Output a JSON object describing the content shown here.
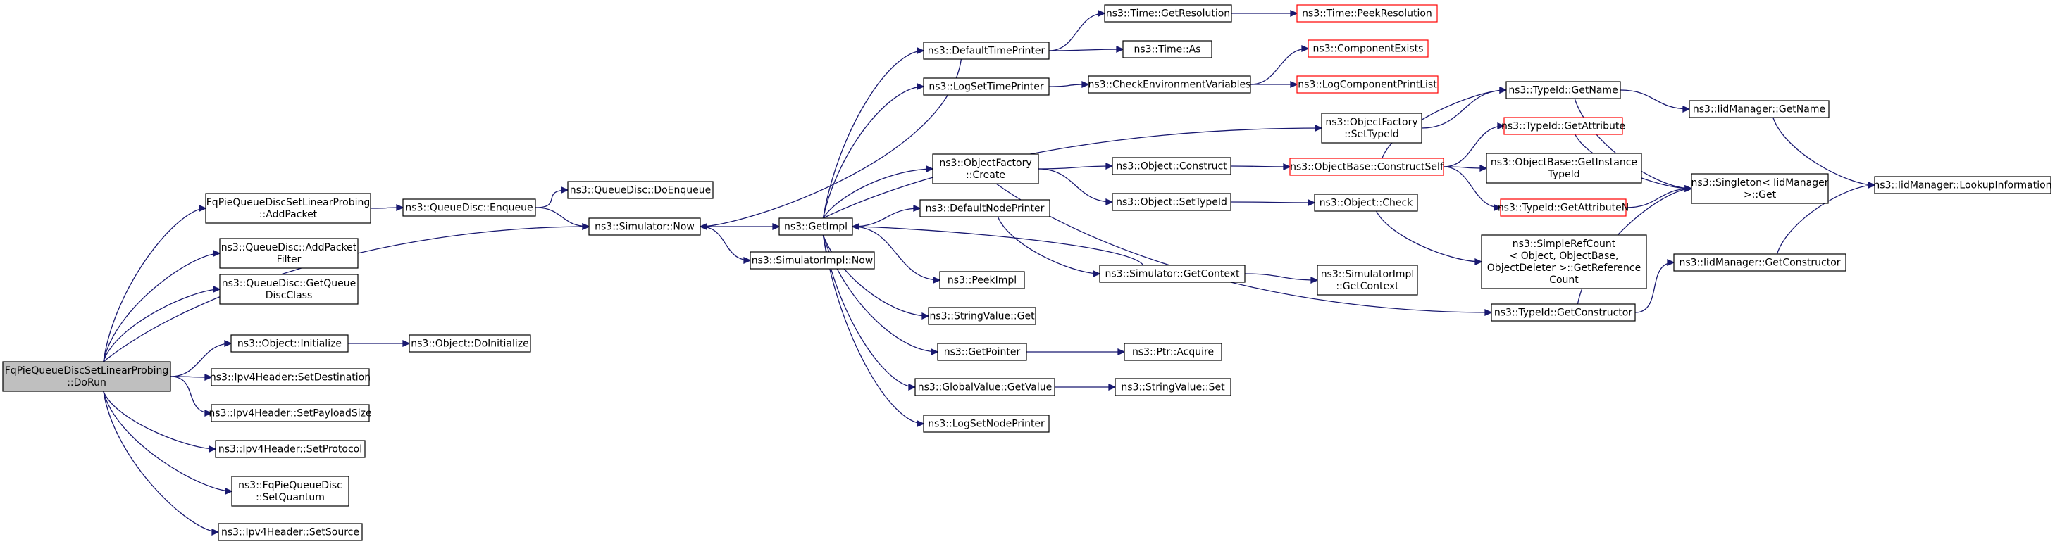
{
  "colors": {
    "edge": "#191970",
    "root_fill": "#bfbfbf",
    "red_border": "#ff0000",
    "border": "#000000"
  },
  "nodes": [
    {
      "id": "root",
      "lines": [
        "FqPieQueueDiscSetLinearProbing",
        "::DoRun"
      ],
      "style": "root"
    },
    {
      "id": "addPacket",
      "lines": [
        "FqPieQueueDiscSetLinearProbing",
        "::AddPacket"
      ]
    },
    {
      "id": "addPacketFilter",
      "lines": [
        "ns3::QueueDisc::AddPacket",
        "Filter"
      ]
    },
    {
      "id": "getQueueDiscClass",
      "lines": [
        "ns3::QueueDisc::GetQueue",
        "DiscClass"
      ]
    },
    {
      "id": "objInitialize",
      "lines": [
        "ns3::Object::Initialize"
      ]
    },
    {
      "id": "setDestination",
      "lines": [
        "ns3::Ipv4Header::SetDestination"
      ]
    },
    {
      "id": "setPayloadSize",
      "lines": [
        "ns3::Ipv4Header::SetPayloadSize"
      ]
    },
    {
      "id": "setProtocol",
      "lines": [
        "ns3::Ipv4Header::SetProtocol"
      ]
    },
    {
      "id": "setQuantum",
      "lines": [
        "ns3::FqPieQueueDisc",
        "::SetQuantum"
      ]
    },
    {
      "id": "setSource",
      "lines": [
        "ns3::Ipv4Header::SetSource"
      ]
    },
    {
      "id": "enqueue",
      "lines": [
        "ns3::QueueDisc::Enqueue"
      ]
    },
    {
      "id": "doEnqueue",
      "lines": [
        "ns3::QueueDisc::DoEnqueue"
      ]
    },
    {
      "id": "simNow",
      "lines": [
        "ns3::Simulator::Now"
      ]
    },
    {
      "id": "simImplNow",
      "lines": [
        "ns3::SimulatorImpl::Now"
      ]
    },
    {
      "id": "doInitialize",
      "lines": [
        "ns3::Object::DoInitialize"
      ]
    },
    {
      "id": "getImpl",
      "lines": [
        "ns3::GetImpl"
      ]
    },
    {
      "id": "defTimePrinter",
      "lines": [
        "ns3::DefaultTimePrinter"
      ]
    },
    {
      "id": "logSetTimePrinter",
      "lines": [
        "ns3::LogSetTimePrinter"
      ]
    },
    {
      "id": "ofCreate",
      "lines": [
        "ns3::ObjectFactory",
        "::Create"
      ]
    },
    {
      "id": "defNodePrinter",
      "lines": [
        "ns3::DefaultNodePrinter"
      ]
    },
    {
      "id": "peekImpl",
      "lines": [
        "ns3::PeekImpl"
      ]
    },
    {
      "id": "strValGet",
      "lines": [
        "ns3::StringValue::Get"
      ]
    },
    {
      "id": "getPointer",
      "lines": [
        "ns3::GetPointer"
      ]
    },
    {
      "id": "gvGetValue",
      "lines": [
        "ns3::GlobalValue::GetValue"
      ]
    },
    {
      "id": "logSetNodePrinter",
      "lines": [
        "ns3::LogSetNodePrinter"
      ]
    },
    {
      "id": "timeGetRes",
      "lines": [
        "ns3::Time::GetResolution"
      ]
    },
    {
      "id": "timeAs",
      "lines": [
        "ns3::Time::As"
      ]
    },
    {
      "id": "checkEnv",
      "lines": [
        "ns3::CheckEnvironmentVariables"
      ]
    },
    {
      "id": "objConstruct",
      "lines": [
        "ns3::Object::Construct"
      ]
    },
    {
      "id": "objSetTypeId",
      "lines": [
        "ns3::Object::SetTypeId"
      ]
    },
    {
      "id": "simGetContext",
      "lines": [
        "ns3::Simulator::GetContext"
      ]
    },
    {
      "id": "ptrAcquire",
      "lines": [
        "ns3::Ptr::Acquire"
      ]
    },
    {
      "id": "strValSet",
      "lines": [
        "ns3::StringValue::Set"
      ]
    },
    {
      "id": "timePeekRes",
      "lines": [
        "ns3::Time::PeekResolution"
      ],
      "style": "red"
    },
    {
      "id": "compExists",
      "lines": [
        "ns3::ComponentExists"
      ],
      "style": "red"
    },
    {
      "id": "logCompPrintList",
      "lines": [
        "ns3::LogComponentPrintList"
      ],
      "style": "red"
    },
    {
      "id": "ofSetTypeId",
      "lines": [
        "ns3::ObjectFactory",
        "::SetTypeId"
      ]
    },
    {
      "id": "obConstructSelf",
      "lines": [
        "ns3::ObjectBase::ConstructSelf"
      ],
      "style": "red"
    },
    {
      "id": "objCheck",
      "lines": [
        "ns3::Object::Check"
      ]
    },
    {
      "id": "simImplGetContext",
      "lines": [
        "ns3::SimulatorImpl",
        "::GetContext"
      ]
    },
    {
      "id": "tidGetName",
      "lines": [
        "ns3::TypeId::GetName"
      ]
    },
    {
      "id": "tidGetAttribute",
      "lines": [
        "ns3::TypeId::GetAttribute"
      ],
      "style": "red"
    },
    {
      "id": "obGetInstanceTypeId",
      "lines": [
        "ns3::ObjectBase::GetInstance",
        "TypeId"
      ]
    },
    {
      "id": "tidGetAttributeN",
      "lines": [
        "ns3::TypeId::GetAttributeN"
      ],
      "style": "red"
    },
    {
      "id": "simpleRefCount",
      "lines": [
        "ns3::SimpleRefCount",
        "< Object, ObjectBase,",
        "ObjectDeleter >::GetReference",
        "Count"
      ]
    },
    {
      "id": "tidGetConstructor",
      "lines": [
        "ns3::TypeId::GetConstructor"
      ]
    },
    {
      "id": "iidGetName",
      "lines": [
        "ns3::IidManager::GetName"
      ]
    },
    {
      "id": "singletonGet",
      "lines": [
        "ns3::Singleton< IidManager",
        ">::Get"
      ]
    },
    {
      "id": "iidGetConstructor",
      "lines": [
        "ns3::IidManager::GetConstructor"
      ]
    },
    {
      "id": "iidLookup",
      "lines": [
        "ns3::IidManager::LookupInformation"
      ]
    }
  ],
  "edges": [
    [
      "root",
      "addPacket"
    ],
    [
      "root",
      "addPacketFilter"
    ],
    [
      "root",
      "getQueueDiscClass"
    ],
    [
      "root",
      "objInitialize"
    ],
    [
      "root",
      "setDestination"
    ],
    [
      "root",
      "setPayloadSize"
    ],
    [
      "root",
      "setProtocol"
    ],
    [
      "root",
      "setQuantum"
    ],
    [
      "root",
      "setSource"
    ],
    [
      "root",
      "simNow"
    ],
    [
      "addPacket",
      "enqueue"
    ],
    [
      "enqueue",
      "doEnqueue"
    ],
    [
      "enqueue",
      "simNow"
    ],
    [
      "objInitialize",
      "doInitialize"
    ],
    [
      "simNow",
      "getImpl"
    ],
    [
      "simNow",
      "simImplNow"
    ],
    [
      "getImpl",
      "defTimePrinter"
    ],
    [
      "getImpl",
      "logSetTimePrinter"
    ],
    [
      "getImpl",
      "ofCreate"
    ],
    [
      "getImpl",
      "ofSetTypeId"
    ],
    [
      "getImpl",
      "defNodePrinter"
    ],
    [
      "getImpl",
      "peekImpl"
    ],
    [
      "getImpl",
      "strValGet"
    ],
    [
      "getImpl",
      "getPointer"
    ],
    [
      "getImpl",
      "gvGetValue"
    ],
    [
      "getImpl",
      "logSetNodePrinter"
    ],
    [
      "defTimePrinter",
      "simNow"
    ],
    [
      "defTimePrinter",
      "timeGetRes"
    ],
    [
      "defTimePrinter",
      "timeAs"
    ],
    [
      "timeGetRes",
      "timePeekRes"
    ],
    [
      "logSetTimePrinter",
      "checkEnv"
    ],
    [
      "checkEnv",
      "compExists"
    ],
    [
      "checkEnv",
      "logCompPrintList"
    ],
    [
      "ofCreate",
      "objConstruct"
    ],
    [
      "ofCreate",
      "objSetTypeId"
    ],
    [
      "ofCreate",
      "tidGetConstructor"
    ],
    [
      "objConstruct",
      "obConstructSelf"
    ],
    [
      "obConstructSelf",
      "tidGetName"
    ],
    [
      "obConstructSelf",
      "tidGetAttribute"
    ],
    [
      "obConstructSelf",
      "obGetInstanceTypeId"
    ],
    [
      "obConstructSelf",
      "tidGetAttributeN"
    ],
    [
      "objSetTypeId",
      "objCheck"
    ],
    [
      "objCheck",
      "simpleRefCount"
    ],
    [
      "defNodePrinter",
      "simGetContext"
    ],
    [
      "simGetContext",
      "getImpl"
    ],
    [
      "simGetContext",
      "simImplGetContext"
    ],
    [
      "getPointer",
      "ptrAcquire"
    ],
    [
      "gvGetValue",
      "strValSet"
    ],
    [
      "ofSetTypeId",
      "tidGetName"
    ],
    [
      "tidGetName",
      "iidGetName"
    ],
    [
      "tidGetName",
      "singletonGet"
    ],
    [
      "tidGetAttribute",
      "singletonGet"
    ],
    [
      "tidGetAttributeN",
      "singletonGet"
    ],
    [
      "tidGetConstructor",
      "singletonGet"
    ],
    [
      "tidGetConstructor",
      "iidGetConstructor"
    ],
    [
      "iidGetName",
      "iidLookup"
    ],
    [
      "iidGetConstructor",
      "iidLookup"
    ]
  ]
}
